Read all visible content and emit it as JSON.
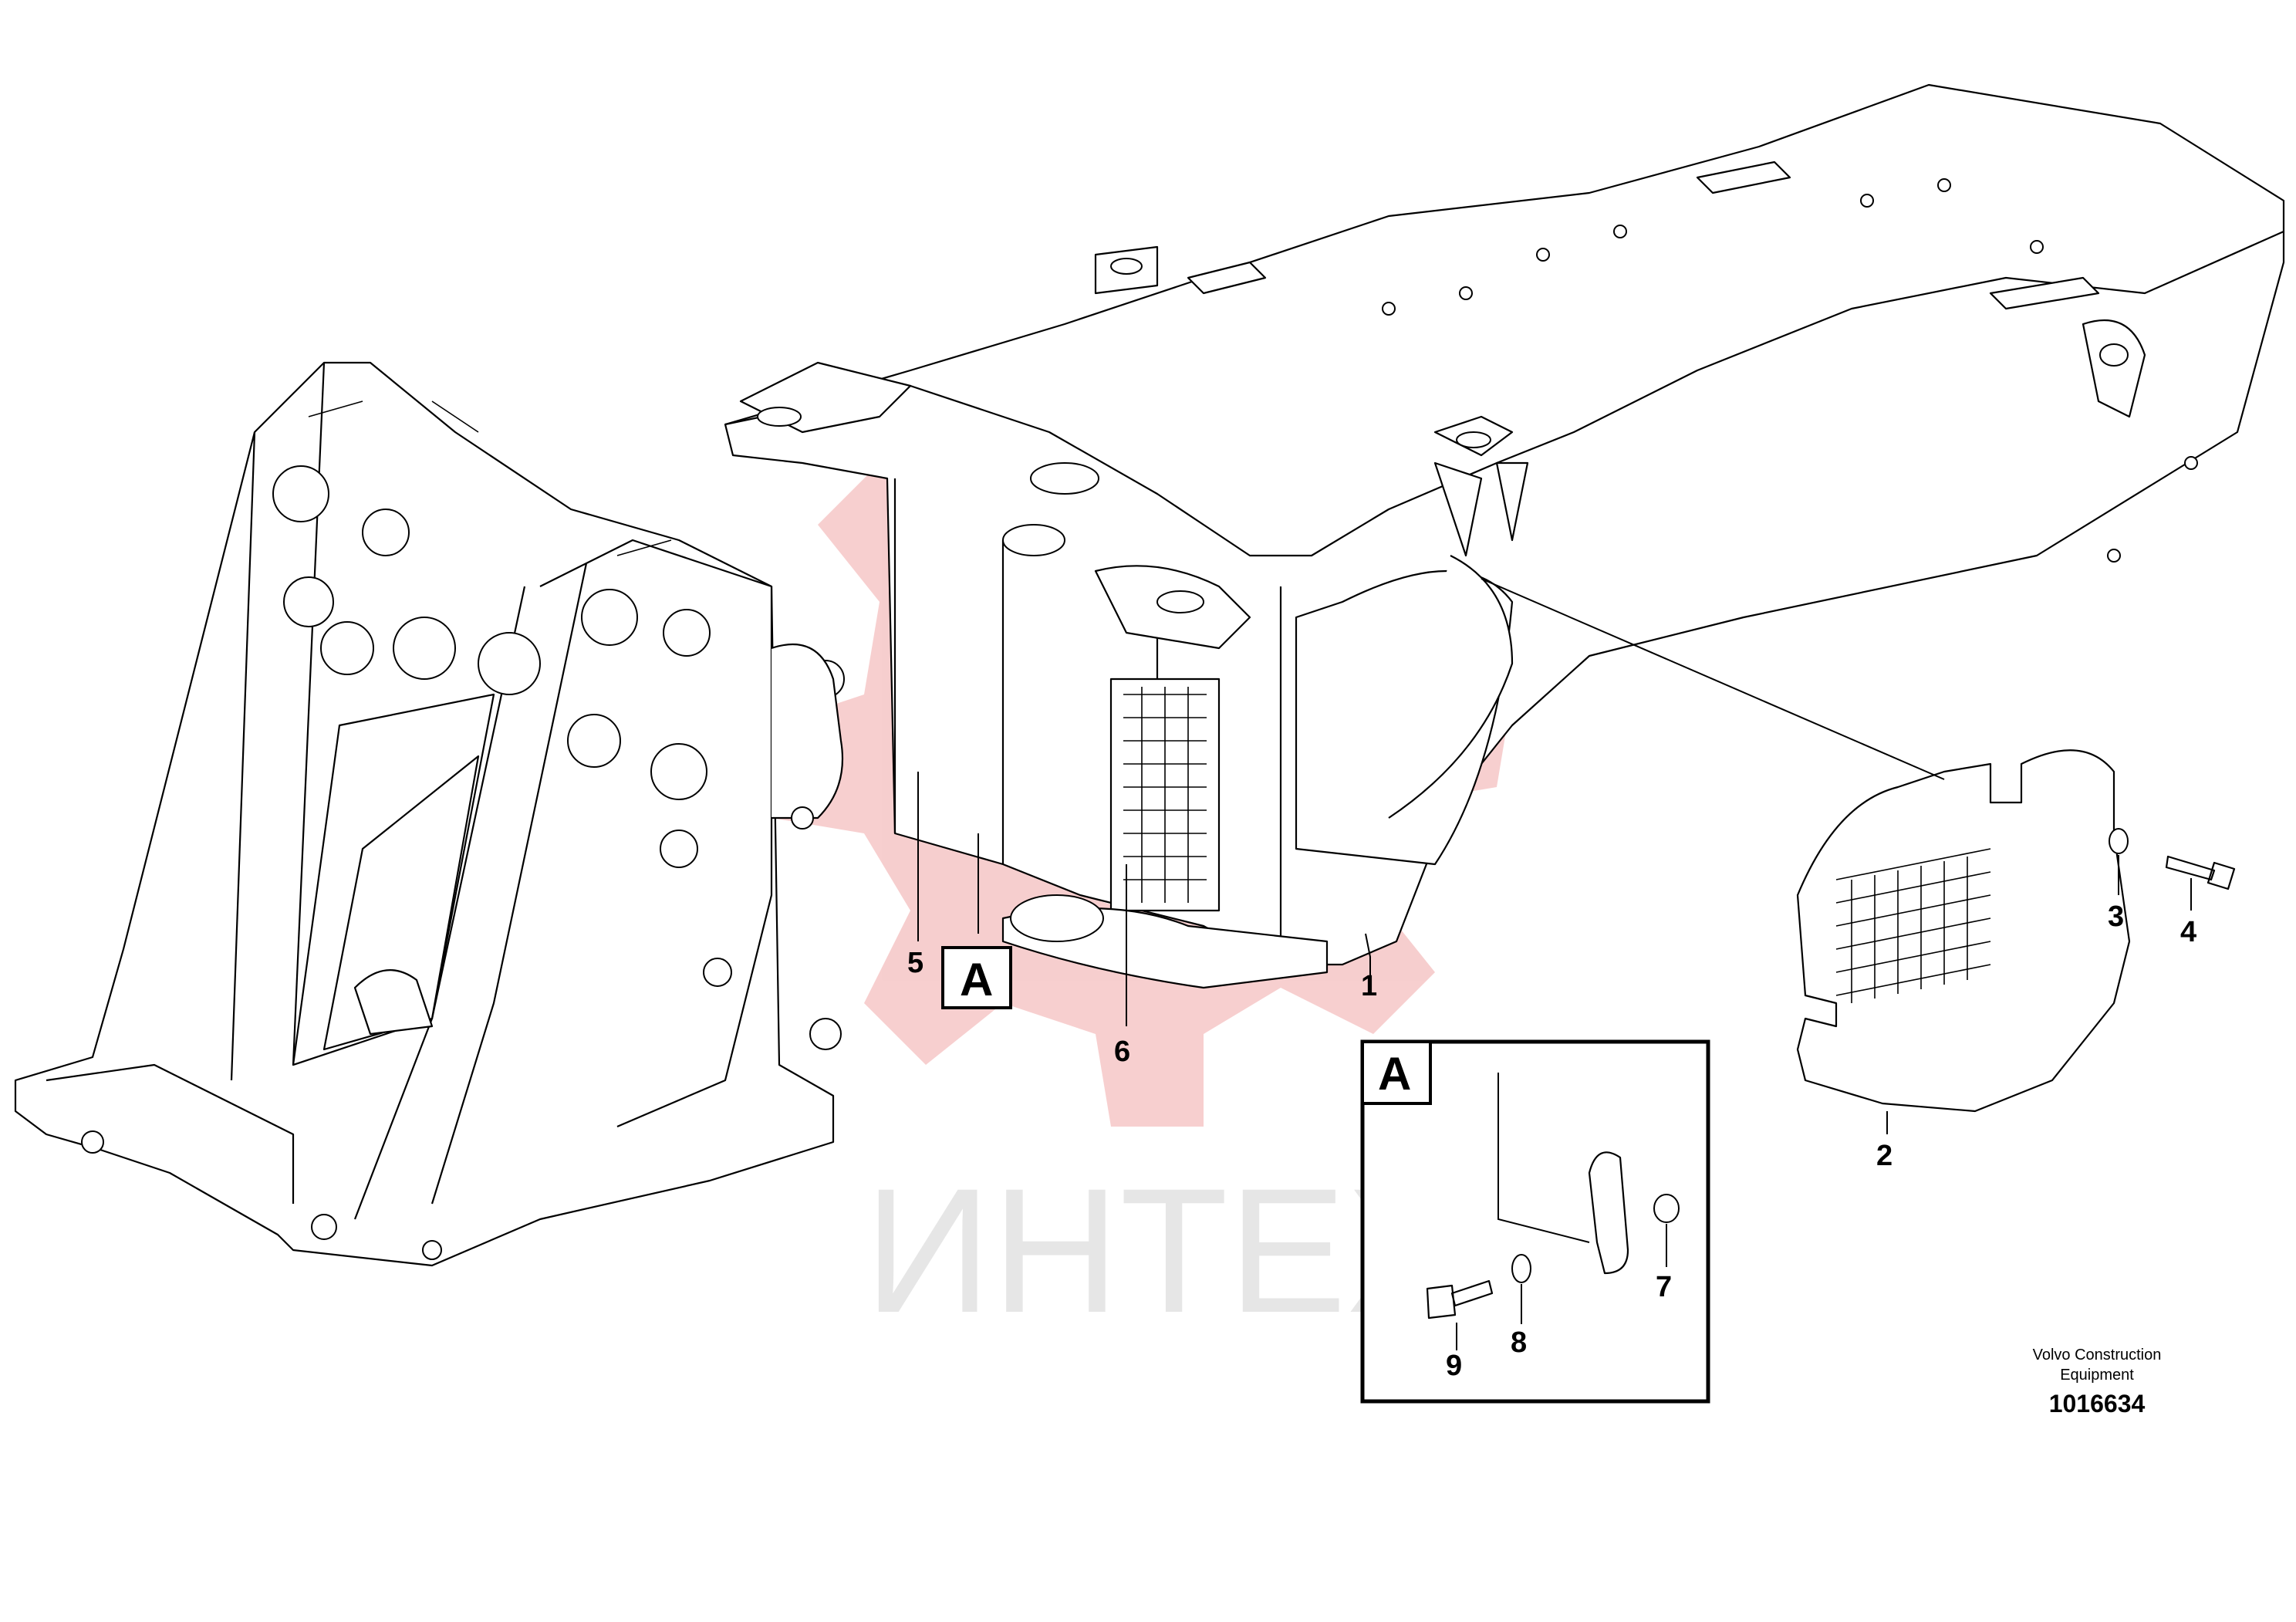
{
  "watermark": {
    "text": "ИНТЕХ",
    "gear_color": "#f0a7a7"
  },
  "callouts": {
    "c1": "1",
    "c2": "2",
    "c3": "3",
    "c4": "4",
    "c5": "5",
    "c6": "6",
    "c7": "7",
    "c8": "8",
    "c9": "9"
  },
  "detail_ref": {
    "marker": "A",
    "inset_marker": "A"
  },
  "credit": {
    "line1": "Volvo Construction",
    "line2": "Equipment",
    "part_number": "1016634"
  }
}
